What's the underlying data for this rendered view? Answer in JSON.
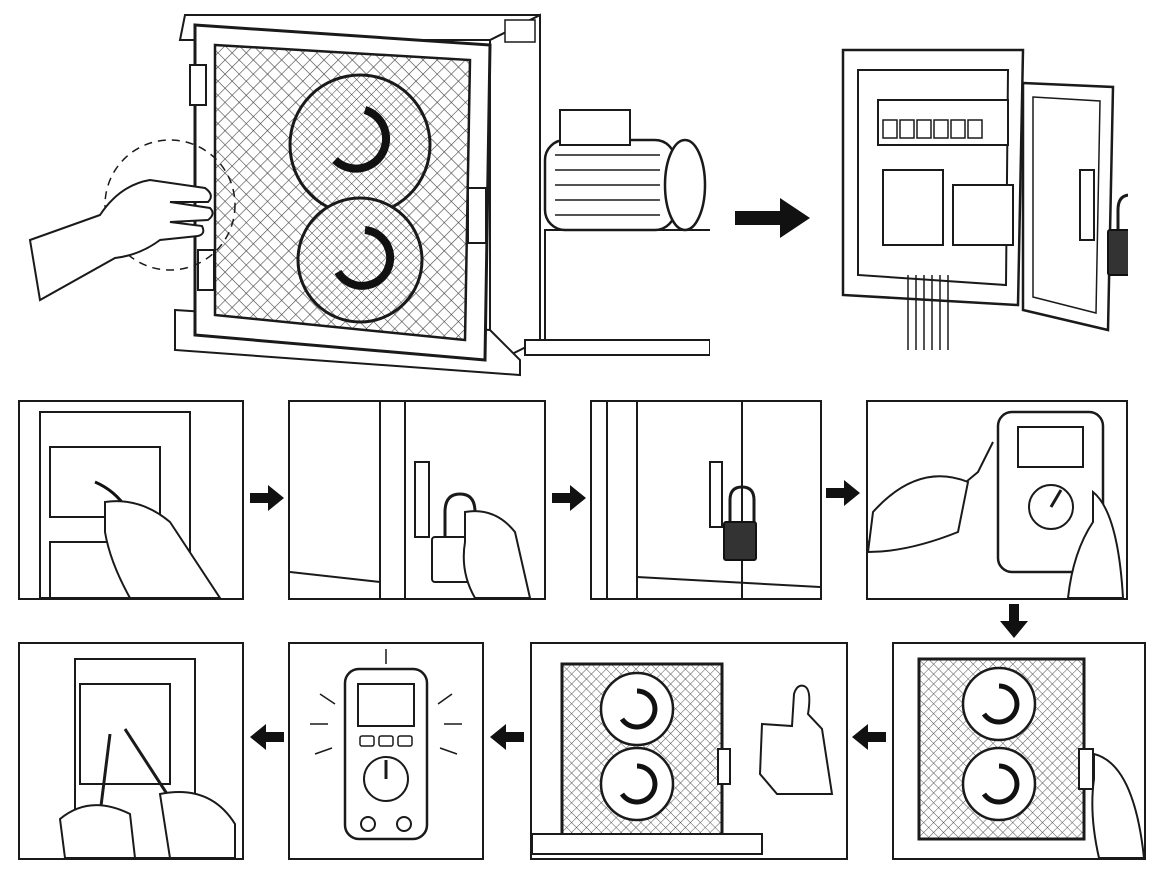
{
  "title": "",
  "steps": [
    {
      "id": "machine-guard-touch",
      "icon": "hand-touching-guard-icon"
    },
    {
      "id": "electrical-panel-locked",
      "icon": "padlock-icon"
    },
    {
      "id": "switch-off-isolator",
      "icon": "rotary-switch-icon"
    },
    {
      "id": "apply-lock",
      "icon": "padlock-icon"
    },
    {
      "id": "lock-applied",
      "icon": "padlock-icon"
    },
    {
      "id": "test-meter",
      "icon": "multimeter-icon"
    },
    {
      "id": "open-guard",
      "icon": "guard-door-icon"
    },
    {
      "id": "guard-open-thumbs-up",
      "icon": "thumbs-up-icon"
    },
    {
      "id": "meter-reads-zero",
      "icon": "multimeter-icon"
    },
    {
      "id": "probe-terminals",
      "icon": "probe-icon"
    }
  ],
  "colors": {
    "line": "#1a1a1a",
    "fill": "#ffffff",
    "dark": "#333333",
    "mesh": "#555555"
  }
}
